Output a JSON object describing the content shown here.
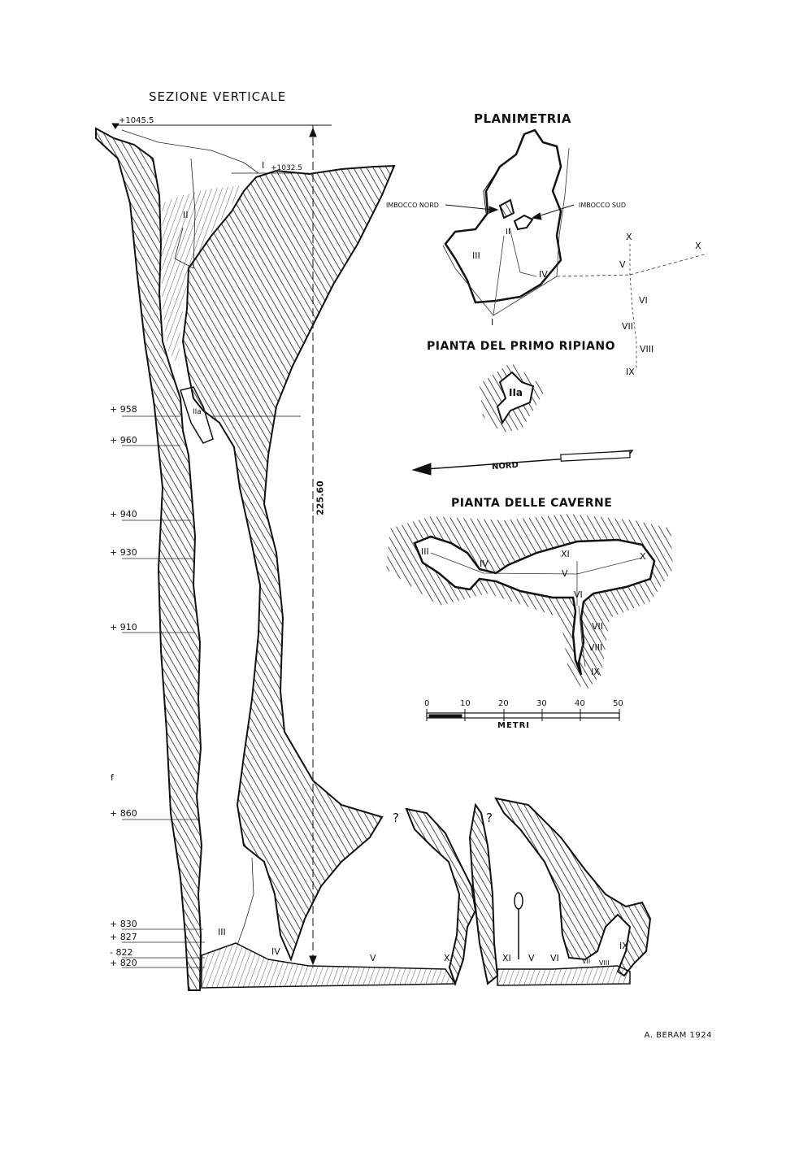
{
  "titles": {
    "section": "SEZIONE VERTICALE",
    "plan": "PLANIMETRIA",
    "first_ledge": "PIANTA DEL PRIMO RIPIANO",
    "caverns": "PIANTA DELLE CAVERNE"
  },
  "section": {
    "top_elevation": "+1045.5",
    "entrance_elevation": "+1032.5",
    "depth": "225.60",
    "levels": [
      "+ 958",
      "+ 960",
      "+ 940",
      "+ 930",
      "+ 910",
      "+ 860",
      "+ 830",
      "+ 827",
      "- 822",
      "+ 820"
    ],
    "stray_mark": "f",
    "points": {
      "I": "I",
      "II": "II",
      "IIa": "IIa",
      "III": "III",
      "IV": "IV",
      "V": "V",
      "X": "X",
      "XI": "XI",
      "V2": "V",
      "VI": "VI",
      "VII": "VII",
      "VIII": "VIII",
      "IX": "IX"
    },
    "unknown": "?"
  },
  "plan": {
    "north_entrance": "IMBOCCO NORD",
    "south_entrance": "IMBOCCO SUD",
    "points": {
      "I": "I",
      "II": "II",
      "III": "III",
      "IV": "IV",
      "V": "V",
      "VI": "VI",
      "VII": "VII",
      "VIII": "VIII",
      "IX": "IX",
      "X": "X",
      "X2": "X"
    }
  },
  "first_ledge": {
    "label": "IIa"
  },
  "north_arrow": {
    "label": "NORD"
  },
  "caverns": {
    "points": {
      "III": "III",
      "IV": "IV",
      "V": "V",
      "X": "X",
      "XI": "XI",
      "VI": "VI",
      "VII": "VII",
      "VIII": "VIII",
      "IX": "IX"
    }
  },
  "scale": {
    "ticks": [
      "0",
      "10",
      "20",
      "30",
      "40",
      "50"
    ],
    "unit": "METRI"
  },
  "signature": "A. BERAM 1924"
}
